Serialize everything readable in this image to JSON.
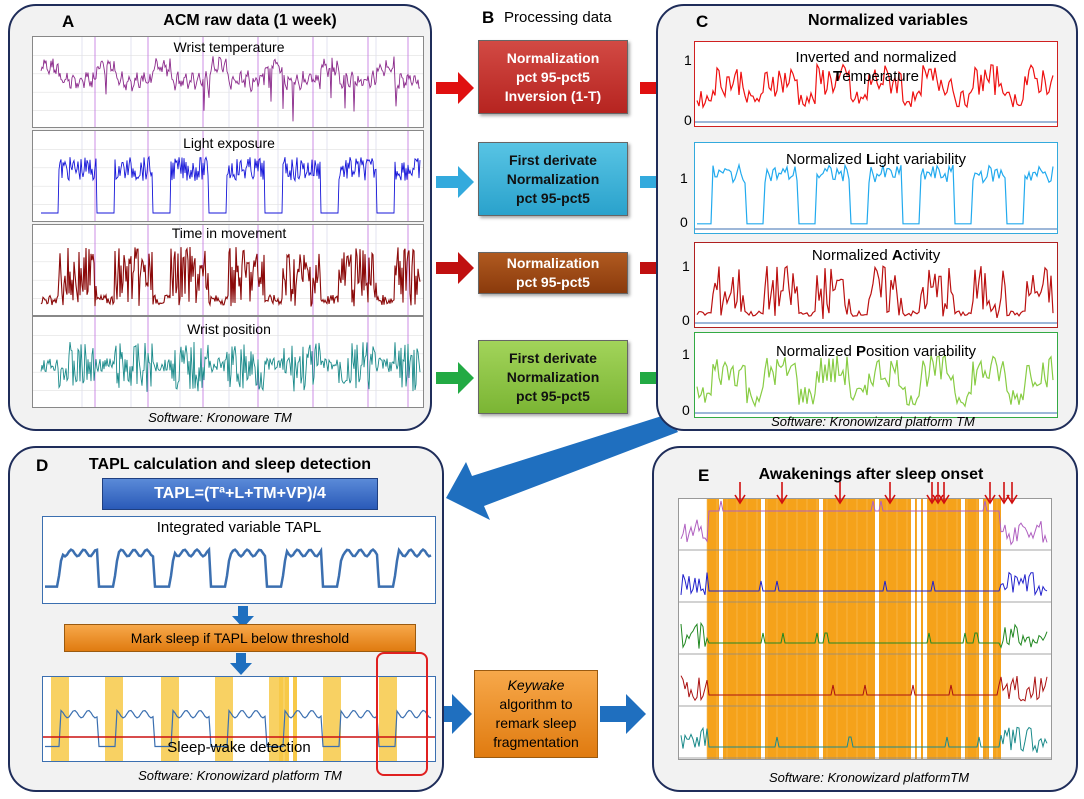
{
  "panel_a": {
    "letter": "A",
    "title": "ACM raw data (1 week)",
    "software": "Software: Kronoware TM",
    "plots": [
      {
        "label": "Wrist temperature",
        "color": "#8b2a8b"
      },
      {
        "label": "Light exposure",
        "color": "#1515d8"
      },
      {
        "label": "Time in movement",
        "color": "#8b0a0a"
      },
      {
        "label": "Wrist position",
        "color": "#1a8a8a"
      }
    ]
  },
  "panel_b": {
    "letter": "B",
    "title": "Processing data",
    "boxes": [
      {
        "lines": [
          "Normalization",
          "pct 95-pct5",
          "Inversion (1-T)"
        ],
        "color": "#c8302c",
        "arrow_color": "#e01010"
      },
      {
        "lines": [
          "First derivate",
          "Normalization",
          "pct 95-pct5"
        ],
        "color": "#39b4d8",
        "arrow_color": "#33aadd"
      },
      {
        "lines": [
          "Normalization",
          "pct 95-pct5"
        ],
        "color": "#9b4a14",
        "arrow_color": "#c01010"
      },
      {
        "lines": [
          "First derivate",
          "Normalization",
          "pct 95-pct5"
        ],
        "color": "#8cc63f",
        "arrow_color": "#22aa44"
      }
    ]
  },
  "panel_c": {
    "letter": "C",
    "title": "Normalized variables",
    "software": "Software: Kronowizard platform TM",
    "y_ticks": [
      "1",
      "0"
    ],
    "plots": [
      {
        "label_pre": "Inverted and normalized",
        "label_line2_bold": "T",
        "label_line2_rest": "emperature",
        "color": "#ee1111",
        "border": "#d02020"
      },
      {
        "label_pre": "Normalized ",
        "label_bold": "L",
        "label_rest": "ight variability",
        "color": "#22aaee",
        "border": "#33aadd"
      },
      {
        "label_pre": "Normalized ",
        "label_bold": "A",
        "label_rest": "ctivity",
        "color": "#bb1111",
        "border": "#b02020"
      },
      {
        "label_pre": "Normalized ",
        "label_bold": "P",
        "label_rest": "osition variability",
        "color": "#88cc44",
        "border": "#33aa44"
      }
    ]
  },
  "panel_d": {
    "letter": "D",
    "title": "TAPL calculation and sleep detection",
    "formula": "TAPL=(Tª+L+TM+VP)/4",
    "integrated_label": "Integrated variable TAPL",
    "mark_sleep": "Mark sleep if TAPL below threshold",
    "sleep_wake_label": "Sleep-wake detection",
    "software": "Software: Kronowizard platform TM"
  },
  "keywake": {
    "line1": "Keywake",
    "line2": "algorithm to",
    "line3": "remark sleep",
    "line4": "fragmentation"
  },
  "panel_e": {
    "letter": "E",
    "title": "Awakenings after sleep onset",
    "software": "Software: Kronowizard platformTM"
  },
  "colors": {
    "panel_border": "#1f2d5a",
    "big_arrow": "#1f6fbf",
    "sleep_fill": "#f7c948",
    "threshold": "#cc1111",
    "highlight": "#e02020"
  }
}
